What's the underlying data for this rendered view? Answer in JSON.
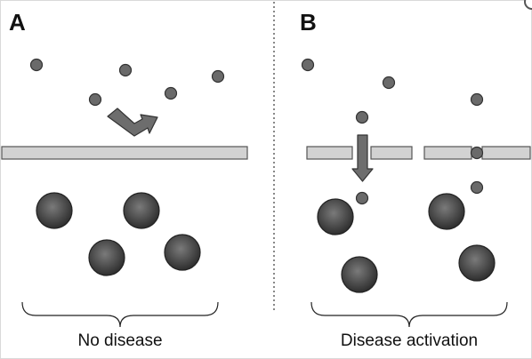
{
  "panel_a": {
    "letter": "A",
    "caption": "No disease"
  },
  "panel_b": {
    "letter": "B",
    "caption": "Disease activation"
  },
  "colors": {
    "membrane_fill": "#d2d2d2",
    "membrane_stroke": "#555555",
    "particle": "#6a6a6a",
    "cell_dark": "#2e2e2e",
    "cell_light": "#7a7a7a",
    "arrow": "#6d6d6d"
  }
}
